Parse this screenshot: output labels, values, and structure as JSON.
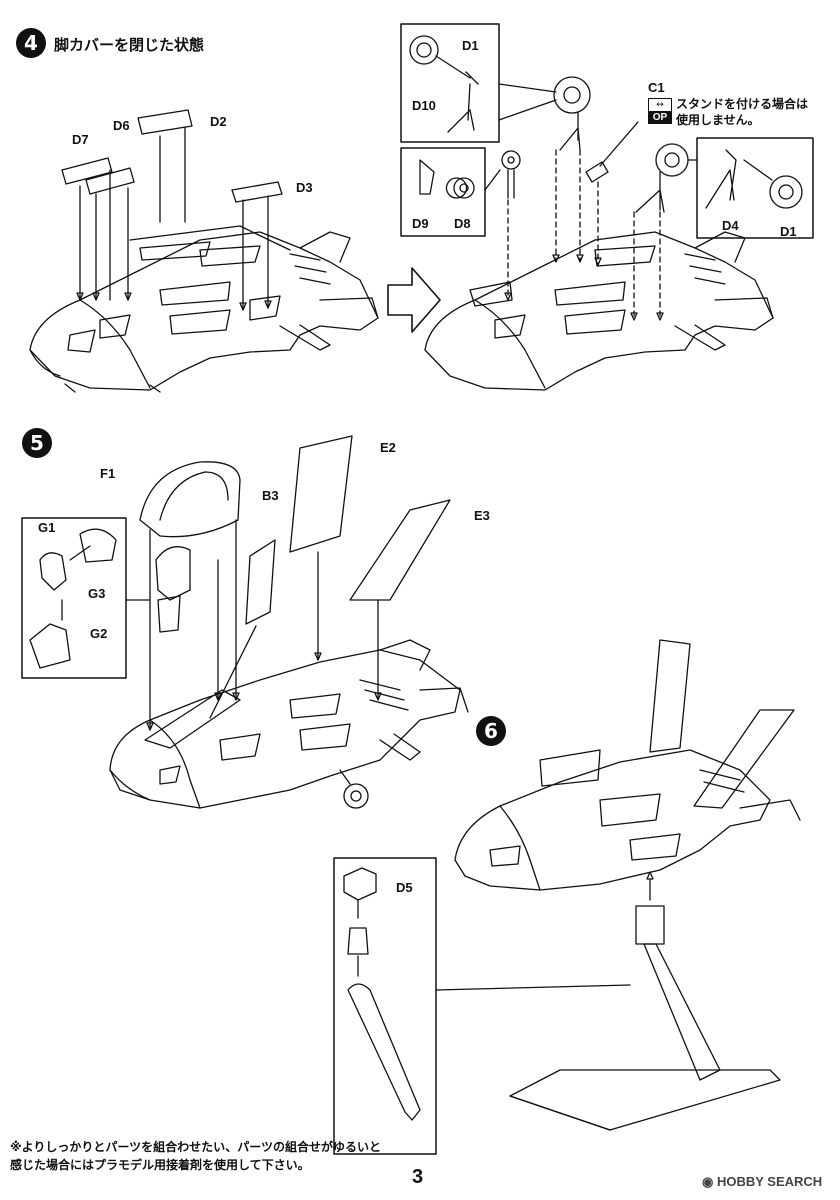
{
  "steps": {
    "s4": {
      "number": "4",
      "title": "脚カバーを閉じた状態"
    },
    "s5": {
      "number": "5"
    },
    "s6": {
      "number": "6"
    }
  },
  "labels": {
    "d7": "D7",
    "d6": "D6",
    "d2": "D2",
    "d3": "D3",
    "d1a": "D1",
    "d10": "D10",
    "c1": "C1",
    "d9": "D9",
    "d8": "D8",
    "d4": "D4",
    "d1b": "D1",
    "f1": "F1",
    "e2": "E2",
    "e3": "E3",
    "b3": "B3",
    "g1": "G1",
    "g3": "G3",
    "g2": "G2",
    "d5": "D5"
  },
  "op_note": {
    "line1": "スタンドを付ける場合は",
    "line2": "使用しません。",
    "icon_text": "OP"
  },
  "footer": {
    "note_line1": "※よりしっかりとパーツを組合わせたい、パーツの組合せがゆるいと",
    "note_line2": "感じた場合にはプラモデル用接着剤を使用して下さい。",
    "page_number": "3",
    "watermark": "HOBBY SEARCH"
  }
}
